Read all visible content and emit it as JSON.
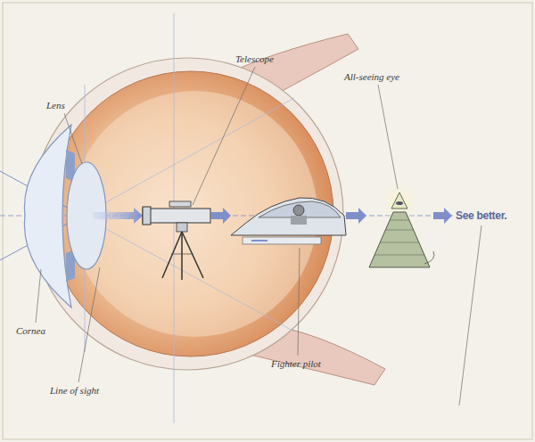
{
  "diagram": {
    "labels": [
      "Lens",
      "Telescope",
      "All-seeing eye",
      "See better.",
      "Cornea",
      "Line of sight",
      "Fighter pilot"
    ]
  }
}
